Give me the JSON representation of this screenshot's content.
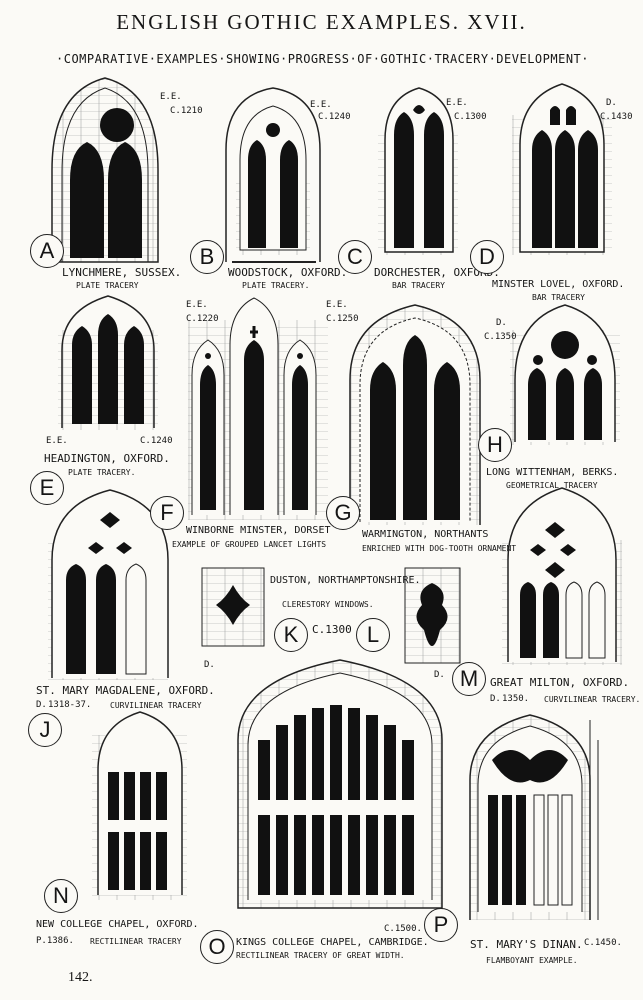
{
  "page": {
    "title": "ENGLISH GOTHIC EXAMPLES. XVII.",
    "subtitle": "·COMPARATIVE·EXAMPLES·SHOWING·PROGRESS·OF·GOTHIC·TRACERY·DEVELOPMENT·",
    "page_number": "142."
  },
  "examples": [
    {
      "letter": "A",
      "name": "LYNCHMERE, SUSSEX.",
      "desc": "PLATE TRACERY",
      "period": "E.E.",
      "date": "C.1210"
    },
    {
      "letter": "B",
      "name": "WOODSTOCK, OXFORD.",
      "desc": "PLATE TRACERY.",
      "period": "E.E.",
      "date": "C.1240"
    },
    {
      "letter": "C",
      "name": "DORCHESTER, OXFORD.",
      "desc": "BAR TRACERY",
      "period": "E.E.",
      "date": "C.1300"
    },
    {
      "letter": "D",
      "name": "MINSTER LOVEL, OXFORD.",
      "desc": "BAR TRACERY",
      "period": "D.",
      "date": "C.1430"
    },
    {
      "letter": "E",
      "name": "HEADINGTON, OXFORD.",
      "desc": "PLATE TRACERY.",
      "period": "E.E.",
      "date": "C.1240"
    },
    {
      "letter": "F",
      "name": "WINBORNE MINSTER, DORSET",
      "desc": "EXAMPLE OF GROUPED LANCET LIGHTS",
      "period": "E.E.",
      "date": "C.1220"
    },
    {
      "letter": "G",
      "name": "WARMINGTON, NORTHANTS",
      "desc": "ENRICHED WITH DOG-TOOTH ORNAMENT",
      "period": "E.E.",
      "date": "C.1250"
    },
    {
      "letter": "H",
      "name": "LONG WITTENHAM, BERKS.",
      "desc": "GEOMETRICAL TRACERY",
      "period": "D.",
      "date": "C.1350"
    },
    {
      "letter": "J",
      "name": "ST. MARY MAGDALENE, OXFORD.",
      "desc": "CURVILINEAR TRACERY",
      "period": "D.",
      "date": "1318-37."
    },
    {
      "letter": "K",
      "name": "DUSTON, NORTHAMPTONSHIRE.",
      "desc": "CLERESTORY WINDOWS.",
      "period": "D.",
      "date": "C.1300"
    },
    {
      "letter": "L",
      "name": "",
      "desc": "",
      "period": "D.",
      "date": ""
    },
    {
      "letter": "M",
      "name": "GREAT MILTON, OXFORD.",
      "desc": "CURVILINEAR TRACERY.",
      "period": "D.",
      "date": "1350."
    },
    {
      "letter": "N",
      "name": "NEW COLLEGE CHAPEL, OXFORD.",
      "desc": "RECTILINEAR TRACERY",
      "period": "",
      "date": "P.1386."
    },
    {
      "letter": "O",
      "name": "KINGS COLLEGE CHAPEL, CAMBRIDGE.",
      "desc": "RECTILINEAR TRACERY OF GREAT WIDTH.",
      "period": "",
      "date": "C.1500."
    },
    {
      "letter": "P",
      "name": "ST. MARY'S DINAN.",
      "desc": "FLAMBOYANT EXAMPLE.",
      "period": "",
      "date": "C.1450."
    }
  ]
}
